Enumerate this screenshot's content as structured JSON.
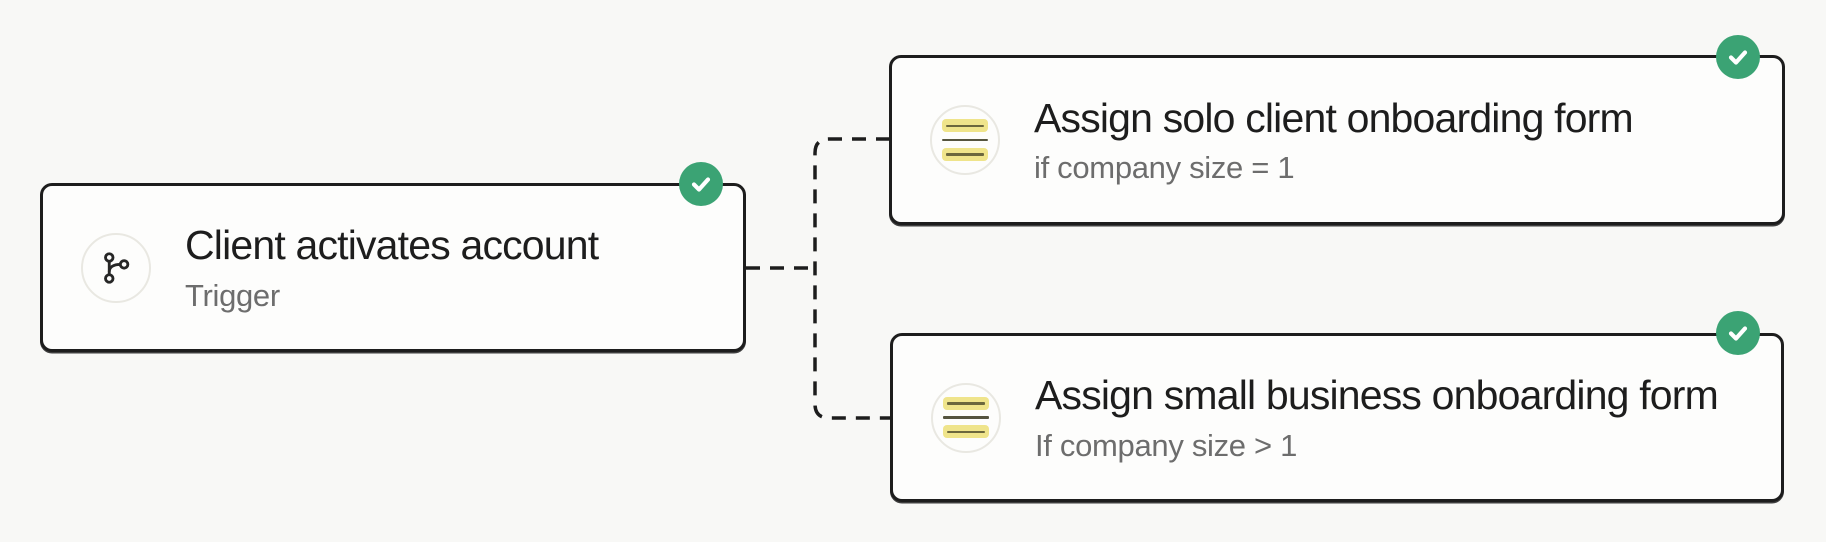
{
  "canvas": {
    "type": "workflow-automation-canvas",
    "background": "#f8f8f6"
  },
  "colors": {
    "canvas-bg": "#f8f8f6",
    "card-bg": "#fdfdfc",
    "card-border": "#1d1d1d",
    "badge-green": "#3ba374",
    "title-color": "#1d1d1d",
    "subtitle-color": "#6d6d6d",
    "icon-circle-border": "#e9e8e2",
    "highlight-yellow": "#efe48b",
    "highlight-line": "#6b673d",
    "mid-line": "#55543f",
    "connector": "#1d1d1d"
  },
  "nodes": [
    {
      "id": "trigger",
      "title": "Client activates account",
      "subtitle": "Trigger",
      "icon": "git-branch-icon",
      "status": "completed",
      "status_icon": "check-icon"
    },
    {
      "id": "branch-solo",
      "title": "Assign solo client onboarding form",
      "subtitle": "if company size = 1",
      "icon": "form-lines-icon",
      "status": "completed",
      "status_icon": "check-icon"
    },
    {
      "id": "branch-small-business",
      "title": "Assign small business onboarding form",
      "subtitle": "If company size > 1",
      "icon": "form-lines-icon",
      "status": "completed",
      "status_icon": "check-icon"
    }
  ],
  "connections": [
    {
      "from": "trigger",
      "to": "branch-solo",
      "style": "dashed"
    },
    {
      "from": "trigger",
      "to": "branch-small-business",
      "style": "dashed"
    }
  ]
}
